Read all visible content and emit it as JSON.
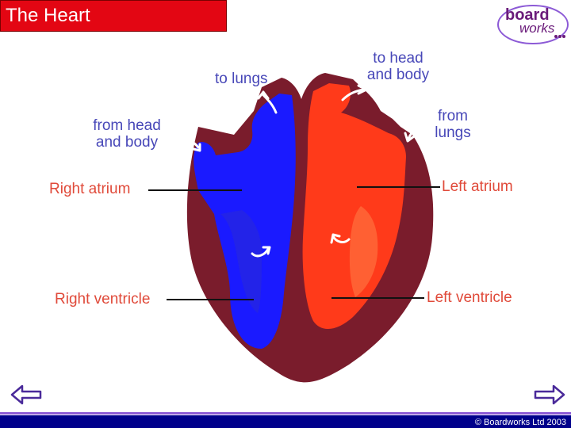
{
  "title": "The Heart",
  "logo": {
    "line1": "board",
    "line2": "works"
  },
  "labels": {
    "to_lungs": "to lungs",
    "to_head_line1": "to head",
    "to_head_line2": "and body",
    "from_head_line1": "from head",
    "from_head_line2": "and body",
    "from_lungs_line1": "from",
    "from_lungs_line2": "lungs",
    "right_atrium": "Right atrium",
    "left_atrium": "Left atrium",
    "right_ventricle": "Right ventricle",
    "left_ventricle": "Left ventricle"
  },
  "navigation": {
    "back_icon": "left-arrow-icon",
    "forward_icon": "right-arrow-icon"
  },
  "footer": {
    "copyright": "© Boardworks Ltd 2003"
  },
  "colors": {
    "title_bg": "#e30613",
    "deoxygenated": "#1a1aff",
    "oxygenated": "#ff3a1a",
    "heart_wall": "#7a1c2c",
    "label_blue": "#4747b8",
    "label_red": "#e04a3a",
    "footer_bar": "#00008b"
  }
}
